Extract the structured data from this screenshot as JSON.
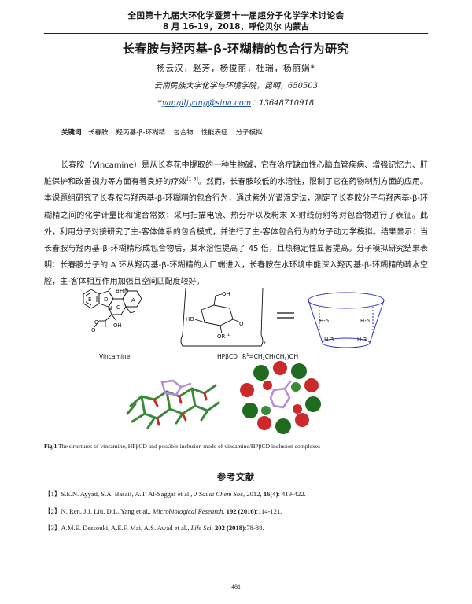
{
  "conference": {
    "line1": "全国第十九届大环化学暨第十一届超分子化学学术讨论会",
    "line2": "8 月 16-19，2018，呼伦贝尔 内蒙古"
  },
  "paper": {
    "title": "长春胺与羟丙基-β-环糊精的包合行为研究",
    "authors": "杨云汉，赵芳，杨俊丽，杜瑞，杨丽娟*",
    "affiliation": "云南民族大学化学与环境学院，昆明，650503",
    "contact_prefix": "*",
    "email": "yanglljyang@sina.com",
    "phone_sep": "：13648710918",
    "keywords_label": "关键词：",
    "keywords": [
      "长春胺",
      "羟丙基-β-环糊精",
      "包合物",
      "性能表征",
      "分子模拟"
    ]
  },
  "abstract": {
    "part1": "长春胺（Vincamine）是从长春花中提取的一种生物碱，它在治疗缺血性心脑血管疾病、增强记忆力、肝脏保护和改善视力等方面有着良好的疗效",
    "cite": "[1-3]",
    "part2": "。然而，长春胺较低的水溶性，限制了它在药物制剂方面的应用。本课题组研究了长春胺与羟丙基-β-环糊精的包合行为，通过紫外光谱滴定法，测定了长春胺分子与羟丙基-β-环糊精之间的化学计量比和键合常数；采用扫描电镜、热分析以及粉末 X-射线衍射等对包合物进行了表征。此外，利用分子对接研究了主-客体体系的包合模式，并进行了主-客体包合行为的分子动力学模拟。结果显示：当长春胺与羟丙基-β-环糊精形成包合物后，其水溶性提高了 45 倍，且热稳定性显著提高。分子模拟研究结果表明：长春胺分子的 A 环从羟丙基-β-环糊精的大口端进入，长春胺在水环境中能深入羟丙基-β-环糊精的疏水空腔，主-客体相互作用加强且空间匹配度较好。"
  },
  "figure": {
    "ring_labels": {
      "A": "A",
      "B": "B",
      "C": "C",
      "D": "D",
      "E": "E"
    },
    "vinc_atoms": {
      "nh": "N",
      "n2": "N",
      "h": "H",
      "o1": "O",
      "o2": "O",
      "oh": "OH"
    },
    "cd_atoms": {
      "oh_top": "OH",
      "ho_left": "HO",
      "or1": "OR",
      "r1_sup": "1",
      "o": "O",
      "n7": "7"
    },
    "cone_labels": {
      "tl": "H-5",
      "tr": "H-5",
      "bl": "H-3",
      "br": "H-3"
    },
    "label_vincamine": "Vincamine",
    "label_hpbcd": "HPβCD",
    "label_r1": "R",
    "label_r1_sup": "1",
    "label_r1_def": "=CH",
    "label_r1_sub1": "2",
    "label_r1_mid": "CH(CH",
    "label_r1_sub2": "3",
    "label_r1_end": ")OH",
    "colors": {
      "stick_green": "#3a8a3a",
      "sphere_green": "#1f6b1f",
      "sphere_red": "#cc2a2a",
      "guest": "#b58ad8",
      "cone_blue": "#3030d0"
    }
  },
  "caption": {
    "label": "Fig.1",
    "text": " The structures of vincamine, HPβCD and possible inclusion mode of vincamine/HPβCD inclusion complexes"
  },
  "references": {
    "title": "参考文献",
    "items": [
      {
        "num": "【1】",
        "authors": "S.E.N. Ayyad, S.A. Basaif, A.T. Al-Saggaf et al., ",
        "journal": "J Saudi Chem Soc",
        "mid": ", 2012, ",
        "vol": "16(4)",
        "pages": ": 419-422."
      },
      {
        "num": "【2】",
        "authors": "N. Ren, J.J. Liu, D.L. Yang et al., ",
        "journal": "Microbiological Research",
        "mid": ", ",
        "vol": "192 (2016)",
        "pages": ":114-121."
      },
      {
        "num": "【3】",
        "authors": "A.M.E. Dessouki, A.E.F. Mai, A.S. Awad et al., ",
        "journal": "Life Sci",
        "mid": ", ",
        "vol": "202 (2018)",
        "pages": ":78-88."
      }
    ]
  },
  "page_number": "481"
}
